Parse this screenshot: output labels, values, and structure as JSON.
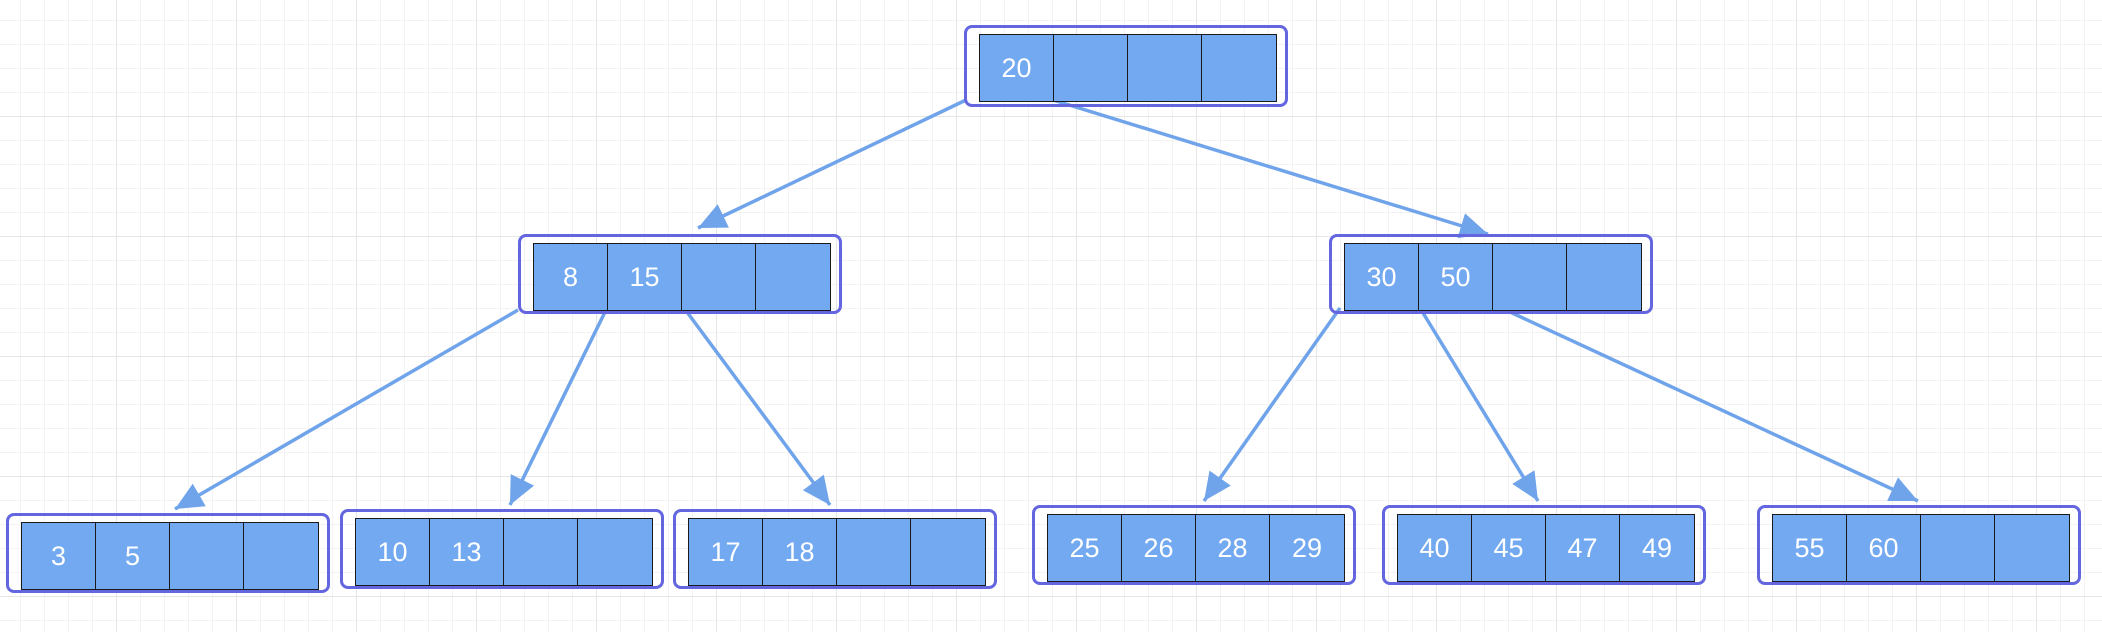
{
  "colors": {
    "node_border": "#6466e0",
    "cell_fill": "#72a9f0",
    "cell_border": "#1a1a1a",
    "edge": "#6fa3ea",
    "key_text": "#ffffff"
  },
  "tree": {
    "root": {
      "keys": [
        "20",
        "",
        "",
        ""
      ]
    },
    "internal": [
      {
        "keys": [
          "8",
          "15",
          "",
          ""
        ]
      },
      {
        "keys": [
          "30",
          "50",
          "",
          ""
        ]
      }
    ],
    "leaves": [
      {
        "keys": [
          "3",
          "5",
          "",
          ""
        ]
      },
      {
        "keys": [
          "10",
          "13",
          "",
          ""
        ]
      },
      {
        "keys": [
          "17",
          "18",
          "",
          ""
        ]
      },
      {
        "keys": [
          "25",
          "26",
          "28",
          "29"
        ]
      },
      {
        "keys": [
          "40",
          "45",
          "47",
          "49"
        ]
      },
      {
        "keys": [
          "55",
          "60",
          "",
          ""
        ]
      }
    ]
  }
}
